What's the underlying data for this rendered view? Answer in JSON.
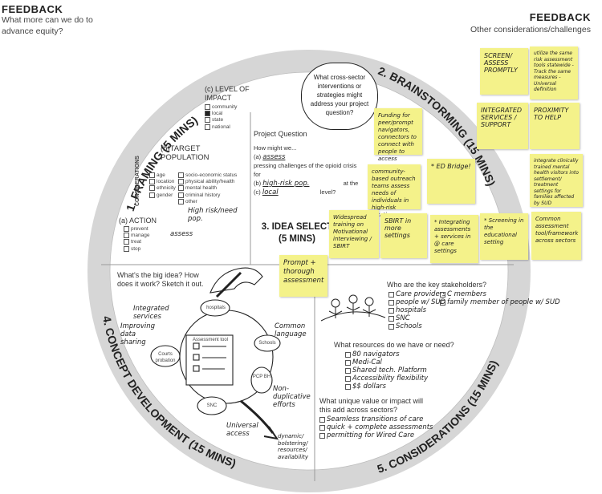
{
  "feedback_left": {
    "title": "FEEDBACK",
    "subtitle": "What more can we do to advance equity?"
  },
  "feedback_right": {
    "title": "FEEDBACK",
    "subtitle": "Other considerations/challenges"
  },
  "sections": {
    "framing": "1. FRAMING (5 MINS)",
    "brainstorming": "2. BRAINSTORMING (15 MINS)",
    "idea_select_line1": "3. IDEA SELECT",
    "idea_select_line2": "(5 MINS)",
    "concept": "4. CONCEPT DEVELOPMENT (15 MINS)",
    "considerations": "5. CONSIDERATIONS (15 MINS)"
  },
  "framing": {
    "level_of_impact": {
      "title": "(c) LEVEL OF IMPACT",
      "options": [
        "community",
        "local",
        "state",
        "national"
      ]
    },
    "target_population": {
      "title": "(b)TARGET POPULATION",
      "considerations_label": "CONSIDERATIONS",
      "col1": [
        "age",
        "location",
        "ethnicity",
        "gender"
      ],
      "col2": [
        "socio-economic status",
        "physical ability/health",
        "mental health",
        "criminal history",
        "other"
      ],
      "note": "High risk/need pop."
    },
    "action": {
      "title": "(a) ACTION",
      "options": [
        "prevent",
        "manage",
        "treat",
        "stop"
      ],
      "note": "assess"
    }
  },
  "project_question": {
    "title": "Project Question",
    "line1": "How might we...",
    "line2_prefix": "(a)",
    "line2_hand": "assess",
    "line3": "pressing challenges of the opioid crisis for",
    "line4_prefix": "(b)",
    "line4_hand": "high-risk pop.",
    "line5_prefix": "(c)",
    "line5_hand": "local",
    "at_the": "at the",
    "level": "level?"
  },
  "bubble_text": "What cross-sector interventions or strategies might address your project question?",
  "idea_sticky": "Prompt + thorough assessment",
  "brainstorm_stickies": [
    "Funding for peer/prompt navigators, connectors to connect with people to access",
    "community-based outreach teams assess needs of individuals in high-risk locations",
    "* ED Bridge!",
    "Widespread training on Motivational interviewing / SBIRT",
    "SBIRT in more settings",
    "* Integrating assessments + services in @ care settings",
    "* Screening in the educational setting"
  ],
  "feedback_stickies": [
    "SCREEN/ ASSESS PROMPTLY",
    "utilize the same risk assessment tools statewide - Track the same measures - Universal definition",
    "INTEGRATED SERVICES / SUPPORT",
    "PROXIMITY TO HELP",
    "integrate clinically trained mental health visitors into settlement/ treatment settings for families affected by SUD",
    "Common assessment tool/framework across sectors"
  ],
  "concept": {
    "prompt": "What's the big idea? How does it work? Sketch it out.",
    "notes": [
      "Integrated services",
      "Improving data sharing",
      "Common language",
      "Non-duplicative efforts",
      "Universal access",
      "dynamic/ bolstering/ resources/ availability"
    ],
    "nodes": [
      "hospitals",
      "Schools",
      "PCP BH",
      "SNC",
      "Courts probation",
      "Assessment tool"
    ]
  },
  "considerations": {
    "q1": "Who are the key stakeholders?",
    "q1_answers_col1": [
      "Care providers",
      "people w/ SUD",
      "hospitals",
      "SNC",
      "Schools"
    ],
    "q1_answers_col2": [
      "C members",
      "family member of people w/ SUD"
    ],
    "q2": "What resources do we have or need?",
    "q2_answers": [
      "80 navigators",
      "Medi-Cal",
      "Shared tech. Platform",
      "Accessibility flexibility",
      "$$ dollars"
    ],
    "q3": "What unique value or impact will this add across sectors?",
    "q3_answers": [
      "Seamless transitions of care",
      "quick + complete assessments",
      "permitting for Wired Care"
    ]
  },
  "colors": {
    "ring": "#d6d6d6",
    "sticky": "#f4f28a",
    "ink": "#222222"
  }
}
